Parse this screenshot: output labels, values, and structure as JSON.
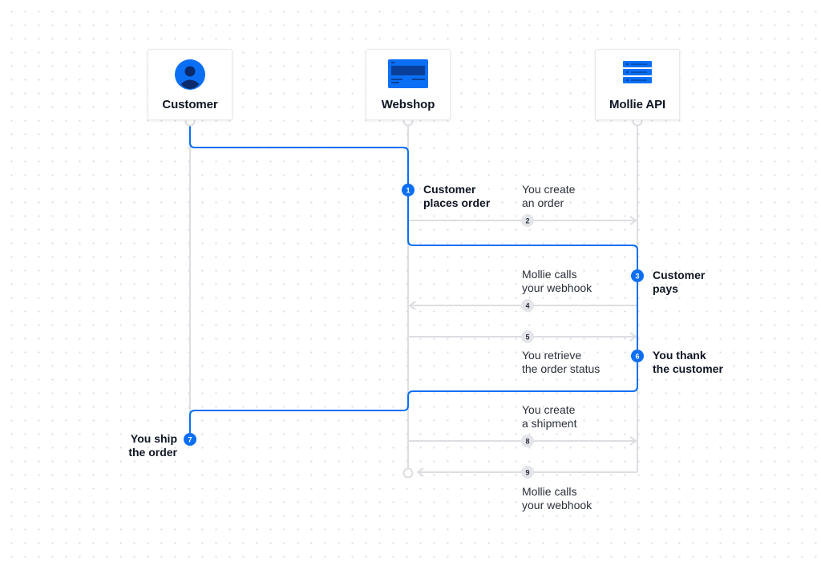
{
  "actors": [
    {
      "name": "Customer"
    },
    {
      "name": "Webshop"
    },
    {
      "name": "Mollie API"
    }
  ],
  "steps": [
    {
      "number": "1",
      "lines": [
        "Customer",
        "places order"
      ]
    },
    {
      "number": "3",
      "lines": [
        "Customer",
        "pays"
      ]
    },
    {
      "number": "6",
      "lines": [
        "You thank",
        "the customer"
      ]
    },
    {
      "number": "7",
      "lines": [
        "You ship",
        "the order"
      ]
    }
  ],
  "messages": [
    {
      "number": "2",
      "lines": [
        "You create",
        "an order"
      ]
    },
    {
      "number": "4",
      "lines": [
        "Mollie calls",
        "your webhook"
      ]
    },
    {
      "number": "5",
      "lines": [
        "You retrieve",
        "the order status"
      ]
    },
    {
      "number": "8",
      "lines": [
        "You create",
        "a shipment"
      ]
    },
    {
      "number": "9",
      "lines": [
        "Mollie calls",
        "your webhook"
      ]
    }
  ],
  "colors": {
    "accent": "#0a6ff5",
    "lifeline": "#dcdee2",
    "badge": "#e3e5e9",
    "text": "#0f1523"
  }
}
